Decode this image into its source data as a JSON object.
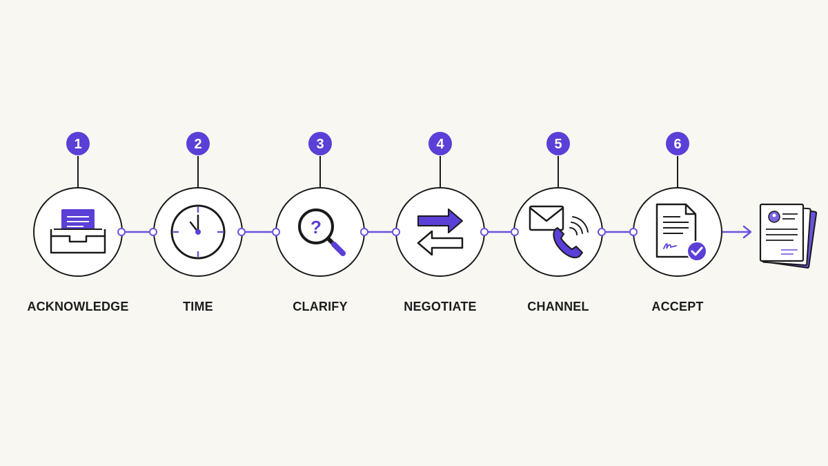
{
  "colors": {
    "background": "#f8f7f2",
    "accent": "#5b3fd6",
    "accent_light": "#7c63e3",
    "stroke": "#1a1a1a",
    "circle_fill": "#ffffff"
  },
  "steps": [
    {
      "number": "1",
      "label": "ACKNOWLEDGE",
      "icon": "inbox-tray-icon"
    },
    {
      "number": "2",
      "label": "TIME",
      "icon": "clock-icon"
    },
    {
      "number": "3",
      "label": "CLARIFY",
      "icon": "magnifier-question-icon"
    },
    {
      "number": "4",
      "label": "NEGOTIATE",
      "icon": "swap-arrows-icon"
    },
    {
      "number": "5",
      "label": "CHANNEL",
      "icon": "envelope-phone-icon"
    },
    {
      "number": "6",
      "label": "ACCEPT",
      "icon": "signed-document-check-icon"
    }
  ],
  "final_icon": "contract-documents-icon"
}
